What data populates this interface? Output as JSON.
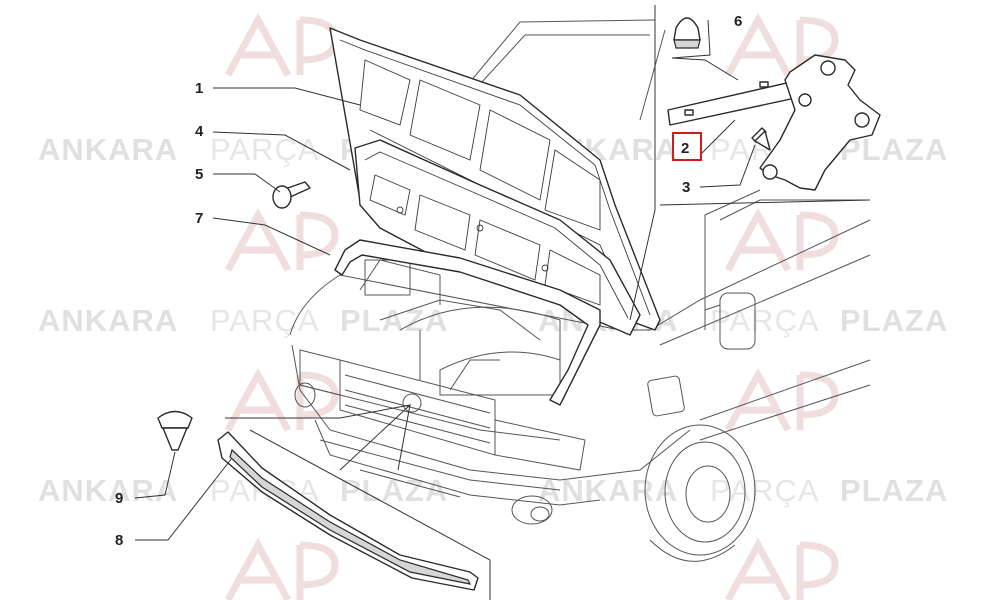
{
  "diagram": {
    "callouts": [
      {
        "id": "1",
        "label": "1"
      },
      {
        "id": "2",
        "label": "2",
        "highlighted": true
      },
      {
        "id": "3",
        "label": "3"
      },
      {
        "id": "4",
        "label": "4"
      },
      {
        "id": "5",
        "label": "5"
      },
      {
        "id": "6",
        "label": "6"
      },
      {
        "id": "7",
        "label": "7"
      },
      {
        "id": "8",
        "label": "8"
      },
      {
        "id": "9",
        "label": "9"
      }
    ],
    "highlight_color": "#d11a1a"
  },
  "watermark": {
    "word1": "ANKARA",
    "word2": "PARÇA",
    "word3": "PLAZA",
    "logo_text": "AP"
  }
}
